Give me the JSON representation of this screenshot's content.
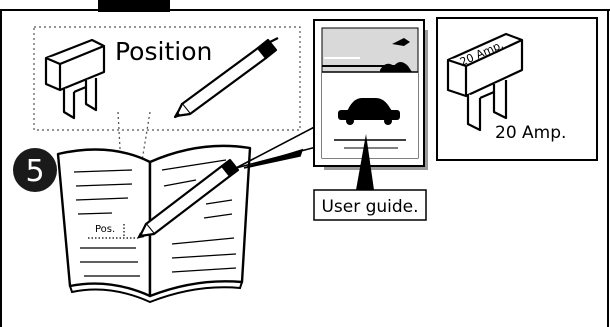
{
  "diagram": {
    "step_number": "5",
    "callout_word": "Position",
    "position_abbrev": "Pos.",
    "user_guide_label": "User guide.",
    "fuse_rating_tab": "20 Amp.",
    "fuse_rating_caption": "20 Amp."
  },
  "colors": {
    "line": "#000000",
    "paper": "#ffffff",
    "cover_gray": "#d9d9d9",
    "shadow_gray": "#9a9a9a",
    "dotted_border": "#555555"
  }
}
